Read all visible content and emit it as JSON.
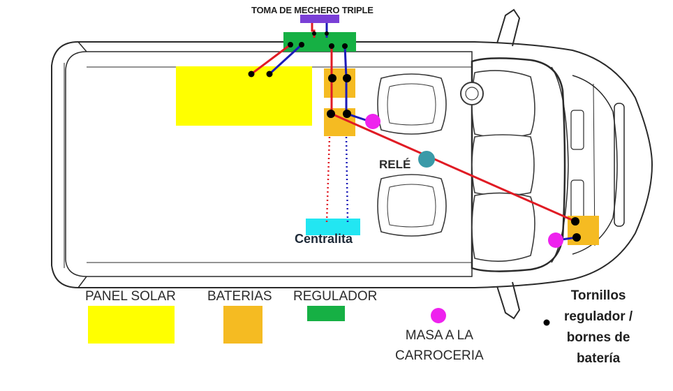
{
  "labels": {
    "title": "TOMA DE MECHERO TRIPLE",
    "rele": "RELÉ",
    "centralita": "Centralita"
  },
  "legend": {
    "panel_solar": "PANEL SOLAR",
    "baterias": "BATERIAS",
    "regulador": "REGULADOR",
    "masa_line1": "MASA A LA",
    "masa_line2": "CARROCERIA",
    "tornillos_line1": "Tornillos",
    "tornillos_line2": "regulador /",
    "tornillos_line3": "bornes de",
    "tornillos_line4": "batería"
  },
  "colors": {
    "solar": "#ffff00",
    "battery": "#f5bb22",
    "regulator": "#16b044",
    "lighter_socket": "#7a3fd6",
    "centralita": "#22e6f2",
    "ground": "#ee22ee",
    "relay": "#3a9aa8",
    "wire_positive": "#e01b24",
    "wire_negative": "#1b1bb8",
    "van_outline": "#2a2a2a"
  }
}
